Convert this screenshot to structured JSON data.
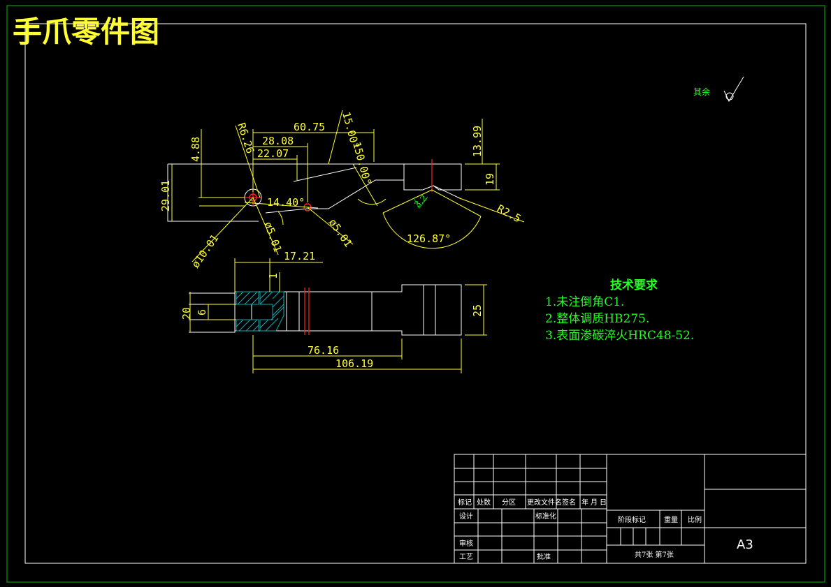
{
  "title": "手爪零件图",
  "surface_finish": {
    "label": "其余"
  },
  "tech_requirements": {
    "title": "技术要求",
    "items": [
      "1.未注倒角C1.",
      "2.整体调质HB275.",
      "3.表面渗碳淬火HRC48-52."
    ]
  },
  "dimensions": {
    "d60_75": "60.75",
    "d28_08": "28.08",
    "d22_07": "22.07",
    "d4_88": "4.88",
    "r6_26": "R6.26",
    "a15": "15.00°",
    "a150": "150.00°",
    "d13_99": "13.99",
    "d29_01": "29.01",
    "d19": "19",
    "a14_40": "14.40°",
    "phi5_01a": "ø5.01",
    "phi5_01b": "ø5.01",
    "phi10_01": "ø10.01",
    "r2_5": "R2.5",
    "a126_87": "126.87°",
    "a3_2": "3.2",
    "d17_21": "17.21",
    "d1": "1",
    "d20": "20",
    "d6": "6",
    "d25": "25",
    "d76_16": "76.16",
    "d106_19": "106.19"
  },
  "title_block": {
    "row_mark": [
      "标记",
      "处数",
      "分区",
      "更改文件名",
      "签名",
      "年",
      "月",
      "日"
    ],
    "design": "设计",
    "standard": "标准化",
    "stage_mark": "阶段标记",
    "weight": "重量",
    "scale": "比例",
    "review": "审核",
    "process": "工艺",
    "approve": "批准",
    "sheets": "共7张  第7张",
    "paper": "A3"
  }
}
